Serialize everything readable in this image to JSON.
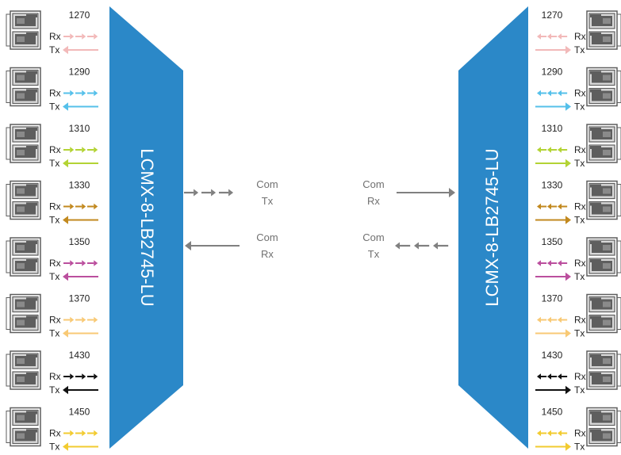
{
  "left_device": {
    "label": "LCMX-8-LB2745-LU"
  },
  "right_device": {
    "label": "LCMX-8-LB2745-LU"
  },
  "channels": [
    {
      "wavelength": "1270",
      "color": "#f2b9b9"
    },
    {
      "wavelength": "1290",
      "color": "#55c0ea"
    },
    {
      "wavelength": "1310",
      "color": "#b3d334"
    },
    {
      "wavelength": "1330",
      "color": "#c2891f"
    },
    {
      "wavelength": "1350",
      "color": "#bb4f9e"
    },
    {
      "wavelength": "1370",
      "color": "#f8c975"
    },
    {
      "wavelength": "1430",
      "color": "#111111"
    },
    {
      "wavelength": "1450",
      "color": "#f2cb30"
    }
  ],
  "port_labels": {
    "rx": "Rx",
    "tx": "Tx"
  },
  "com": {
    "color": "#808080",
    "left_tx": [
      "Com",
      "Tx"
    ],
    "left_rx": [
      "Com",
      "Rx"
    ],
    "right_rx": [
      "Com",
      "Rx"
    ],
    "right_tx": [
      "Com",
      "Tx"
    ]
  },
  "colors": {
    "mux_body": "#2b88c8",
    "mux_text": "#ffffff",
    "connector_body": "#5e5e5e",
    "connector_face": "#d9d9d9"
  }
}
